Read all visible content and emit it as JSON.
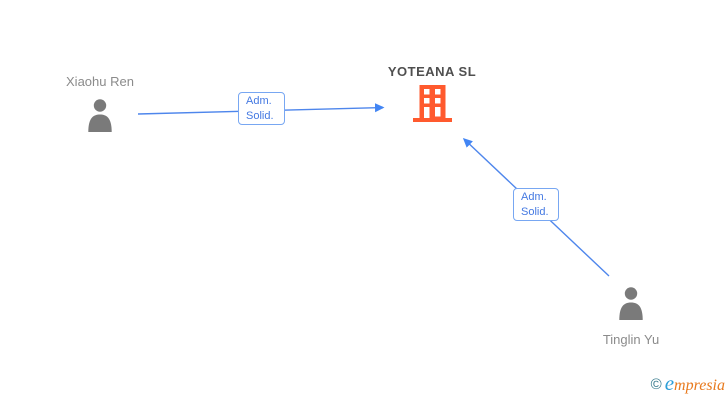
{
  "diagram": {
    "company": {
      "name": "YOTEANA SL",
      "icon": "building-icon",
      "color": "#ff5a2e"
    },
    "people": [
      {
        "name": "Xiaohu Ren",
        "icon": "person-icon"
      },
      {
        "name": "Tinglin Yu",
        "icon": "person-icon"
      }
    ],
    "edges": [
      {
        "from": "Xiaohu Ren",
        "to": "YOTEANA SL",
        "label_line1": "Adm.",
        "label_line2": "Solid."
      },
      {
        "from": "Tinglin Yu",
        "to": "YOTEANA SL",
        "label_line1": "Adm.",
        "label_line2": "Solid."
      }
    ],
    "colors": {
      "edge_blue": "#4e86ec",
      "arrow_blue": "#4285f4",
      "label_border_blue": "#78a7f2",
      "label_text_blue": "#4479e2",
      "person_gray": "#7a7a7a",
      "person_label_gray": "#8b8b8b",
      "company_label_gray": "#4f4f4f",
      "building_orange": "#ff5a2e"
    }
  },
  "footer": {
    "copyright_symbol": "©",
    "brand_first_letter": "e",
    "brand_rest": "mpresia"
  }
}
